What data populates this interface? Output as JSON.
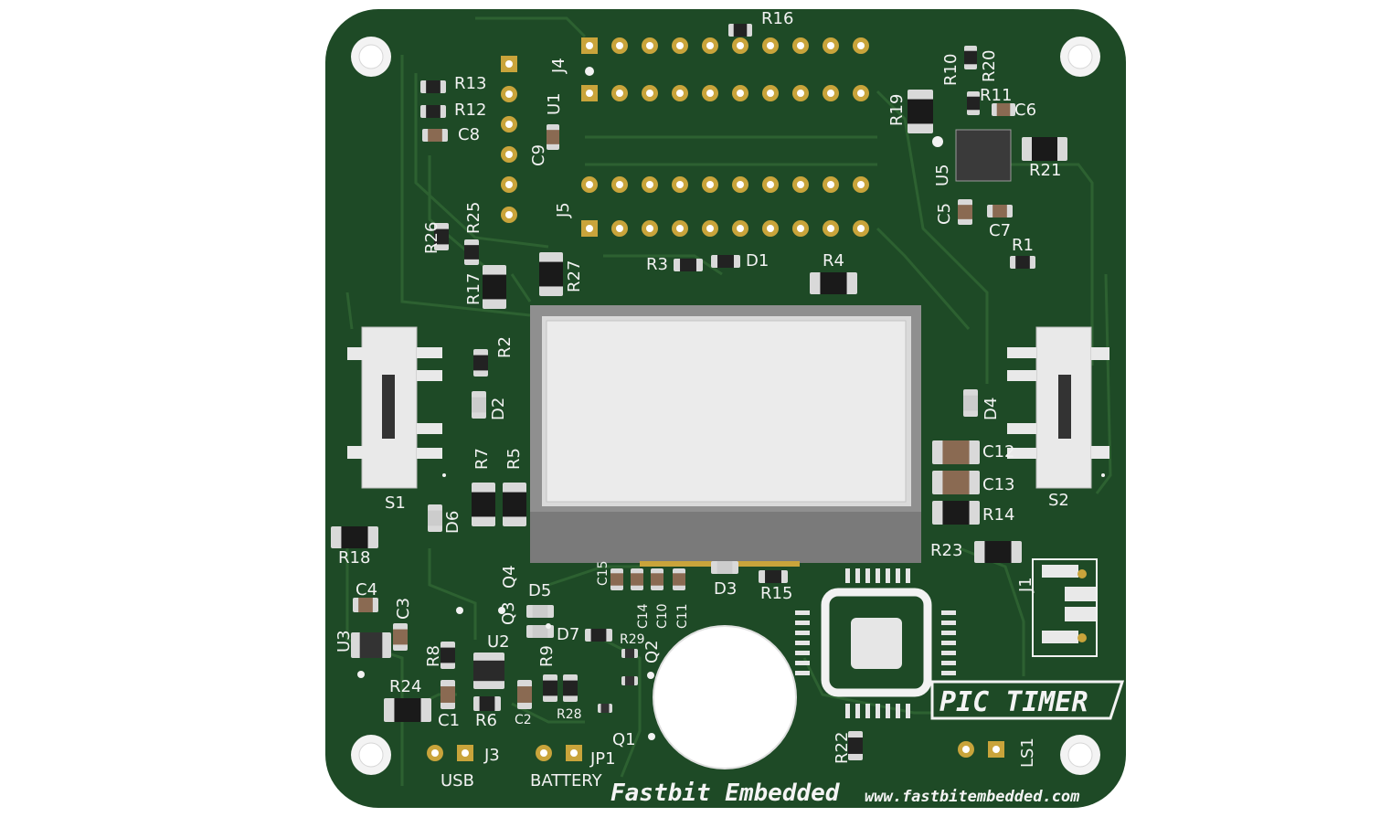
{
  "board": {
    "title": "PIC TIMER",
    "brand": "Fastbit  Embedded",
    "url": "www.fastbitembedded.com",
    "pcb_color": "#1e4a26",
    "trace_color": "#2c5f30",
    "silkscreen_color": "#f2f2f2",
    "pad_color": "#c9a43b"
  },
  "designators": {
    "r1": "R1",
    "r2": "R2",
    "r3": "R3",
    "r4": "R4",
    "r5": "R5",
    "r6": "R6",
    "r7": "R7",
    "r8": "R8",
    "r9": "R9",
    "r10": "R10",
    "r11": "R11",
    "r12": "R12",
    "r13": "R13",
    "r14": "R14",
    "r15": "R15",
    "r16": "R16",
    "r17": "R17",
    "r18": "R18",
    "r19": "R19",
    "r20": "R20",
    "r21": "R21",
    "r22": "R22",
    "r23": "R23",
    "r24": "R24",
    "r25": "R25",
    "r26": "R26",
    "r27": "R27",
    "r28": "R28",
    "r29": "R29",
    "c1": "C1",
    "c2": "C2",
    "c3": "C3",
    "c4": "C4",
    "c5": "C5",
    "c6": "C6",
    "c7": "C7",
    "c8": "C8",
    "c9": "C9",
    "c10": "C10",
    "c11": "C11",
    "c12": "C12",
    "c13": "C13",
    "c14": "C14",
    "c15": "C15",
    "d1": "D1",
    "d2": "D2",
    "d3": "D3",
    "d4": "D4",
    "d5": "D5",
    "d6": "D6",
    "d7": "D7",
    "q1": "Q1",
    "q2": "Q2",
    "q3": "Q3",
    "q4": "Q4",
    "u1": "U1",
    "u2": "U2",
    "u3": "U3",
    "u5": "U5",
    "j1": "J1",
    "j3": "J3",
    "j4": "J4",
    "j5": "J5",
    "jp1": "JP1",
    "s1": "S1",
    "s2": "S2",
    "ls1": "LS1"
  },
  "labels": {
    "usb": "USB",
    "battery": "BATTERY"
  }
}
